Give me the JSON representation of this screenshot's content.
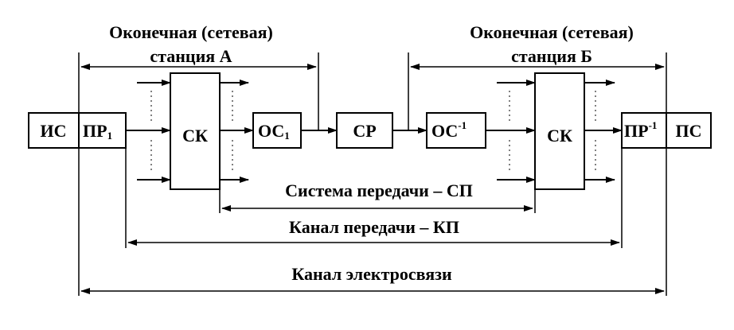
{
  "labels": {
    "station_a_line1": "Оконечная (сетевая)",
    "station_a_line2": "станция А",
    "station_b_line1": "Оконечная (сетевая)",
    "station_b_line2": "станция Б",
    "transmission_system": "Система передачи – СП",
    "transmission_channel": "Канал передачи – КП",
    "telecom_channel": "Канал электросвязи"
  },
  "blocks": {
    "source": "ИС",
    "converter": "ПР",
    "converter_sub": "1",
    "switch_a": "СК",
    "oc1": "ОС",
    "oc1_sub": "1",
    "cp": "СР",
    "oc_inv": "ОС",
    "oc_inv_sup": "-1",
    "switch_b": "СК",
    "converter_inv": "ПР",
    "converter_inv_sup": "-1",
    "sink": "ПС"
  }
}
